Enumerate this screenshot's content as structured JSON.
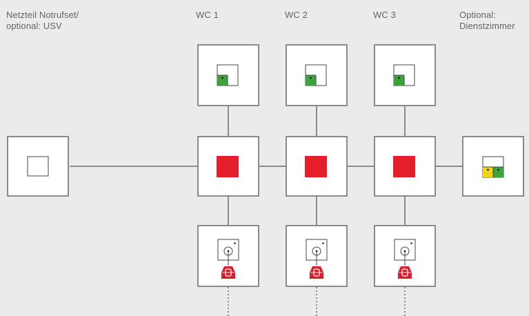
{
  "labels": {
    "power_supply": "Netzteil Notrufset/\noptional: USV",
    "wc1": "WC 1",
    "wc2": "WC 2",
    "wc3": "WC 3",
    "optional_room": "Optional:\nDienstzimmer"
  },
  "colors": {
    "background": "#ebebeb",
    "box_fill": "#ffffff",
    "box_border": "#8a8a8a",
    "line": "#8a8a8a",
    "control_red": "#e41e2b",
    "indicator_green": "#3da33d",
    "indicator_yellow": "#f2d31b",
    "outline_dark": "#444444",
    "button_red": "#d5202e"
  },
  "icons": {
    "power_supply": "power-supply-icon",
    "room_signal": "room-signal-light-icon",
    "control_unit": "control-unit-icon",
    "pull_cord": "pull-cord-call-button-icon",
    "duty_display": "duty-room-display-icon"
  }
}
